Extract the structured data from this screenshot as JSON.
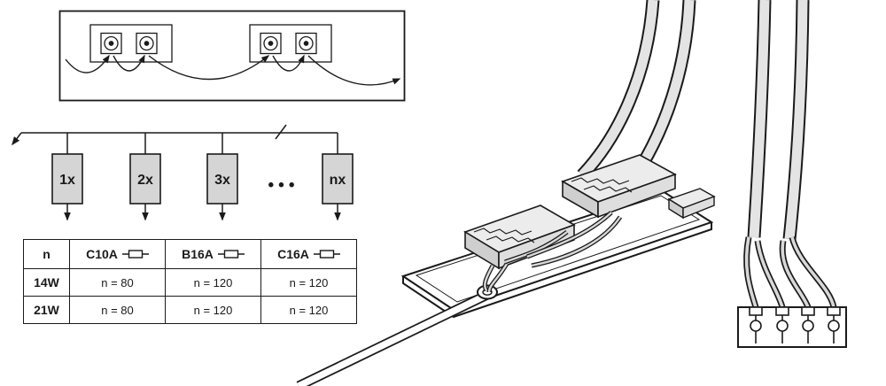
{
  "chain": {
    "units": [
      {
        "label": "1x"
      },
      {
        "label": "2x"
      },
      {
        "label": "3x"
      },
      {
        "label": "nx"
      }
    ],
    "ellipsis": "•••"
  },
  "table": {
    "header": {
      "col0": "n",
      "cols": [
        {
          "label": "C10A"
        },
        {
          "label": "B16A"
        },
        {
          "label": "C16A"
        }
      ]
    },
    "rows": [
      {
        "label": "14W",
        "values": [
          "n = 80",
          "n = 120",
          "n = 120"
        ]
      },
      {
        "label": "21W",
        "values": [
          "n = 80",
          "n = 120",
          "n = 120"
        ]
      }
    ]
  },
  "colors": {
    "line": "#1a1a1a",
    "unit_fill": "#d5d5d5",
    "cable_fill": "#e4e4e4"
  }
}
